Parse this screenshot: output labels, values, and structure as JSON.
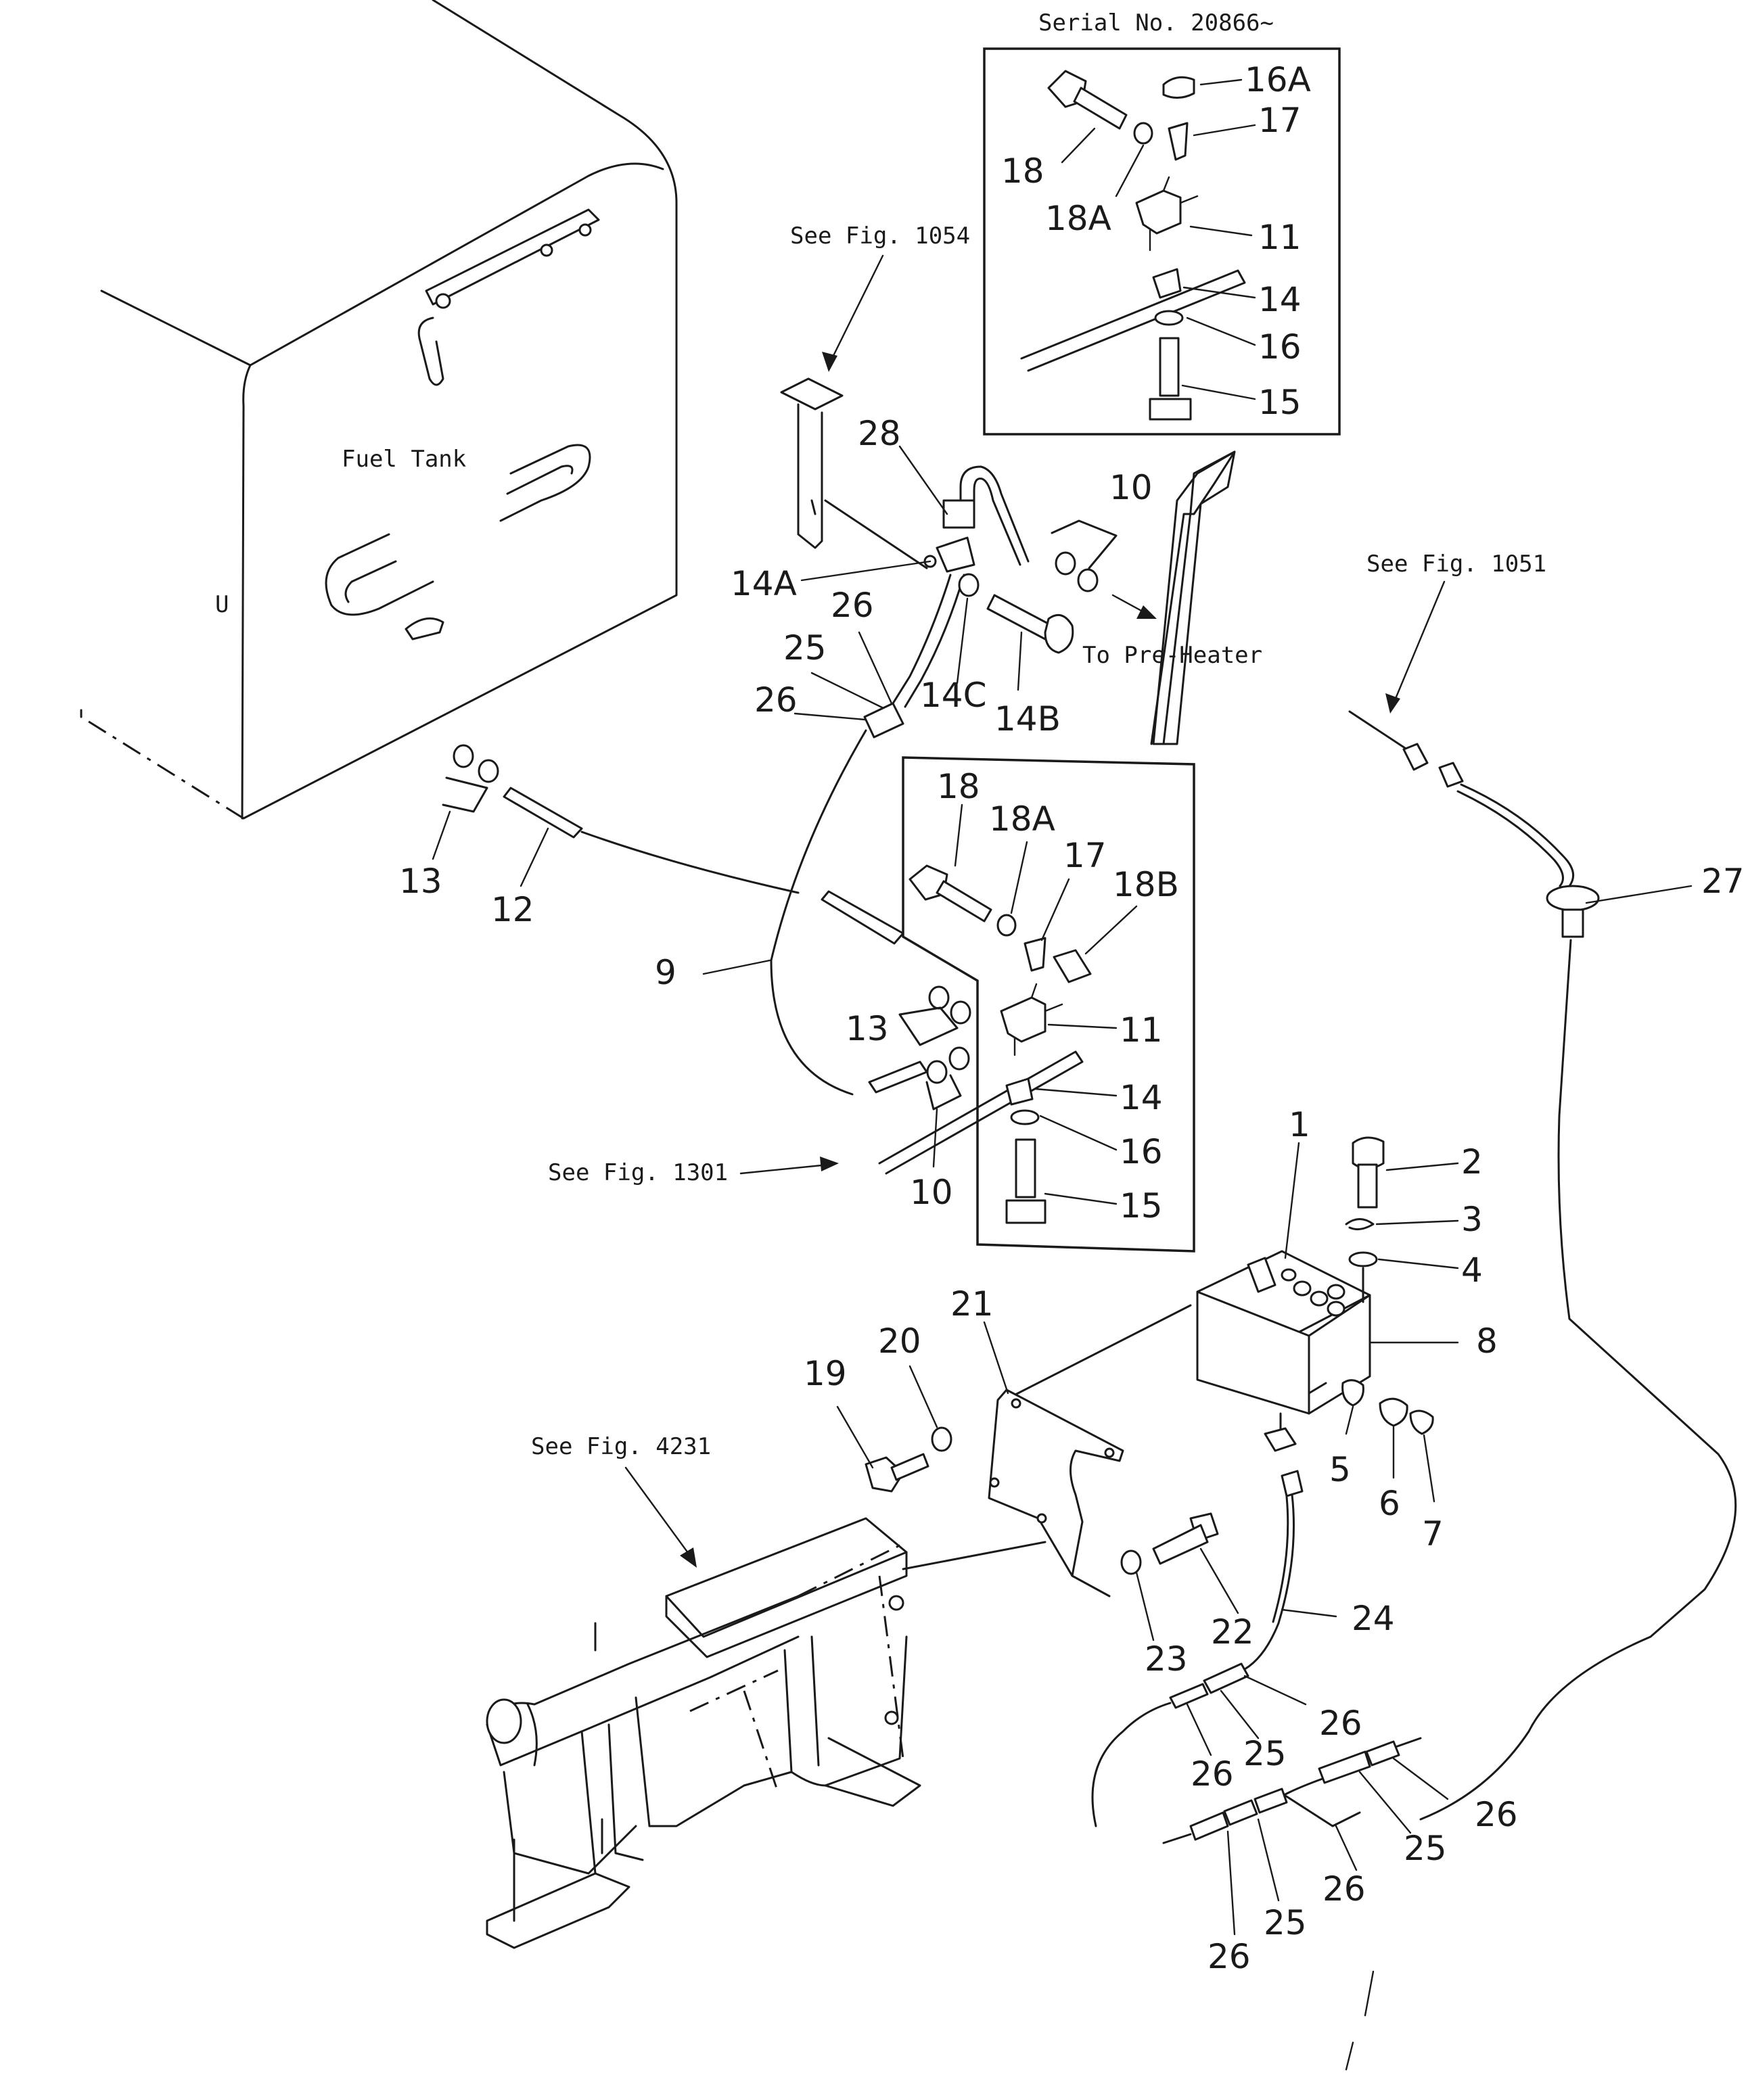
{
  "captions": {
    "serial": "Serial No. 20866~",
    "see_fig_1054": "See Fig. 1054",
    "see_fig_1051": "See Fig. 1051",
    "see_fig_1301": "See Fig. 1301",
    "see_fig_4231": "See Fig. 4231",
    "fuel_tank": "Fuel Tank",
    "to_preheater": "To Pre-Heater"
  },
  "inset_top_labels": {
    "p16a": "16A",
    "p17": "17",
    "p18": "18",
    "p18a": "18A",
    "p11": "11",
    "p14": "14",
    "p16": "16",
    "p15": "15"
  },
  "inset_mid_labels": {
    "p18": "18",
    "p18a": "18A",
    "p17": "17",
    "p18b": "18B",
    "p11": "11",
    "p14": "14",
    "p16": "16",
    "p15": "15"
  },
  "part_labels": {
    "p28": "28",
    "p10_top": "10",
    "p14a": "14A",
    "p26_a": "26",
    "p25_a": "25",
    "p26_b": "26",
    "p14c": "14C",
    "p14b": "14B",
    "p13_a": "13",
    "p12": "12",
    "p9": "9",
    "p13_b": "13",
    "p10_b": "10",
    "p27": "27",
    "p1": "1",
    "p2": "2",
    "p3": "3",
    "p4": "4",
    "p8": "8",
    "p5": "5",
    "p6": "6",
    "p7": "7",
    "p19": "19",
    "p20": "20",
    "p21": "21",
    "p22": "22",
    "p23": "23",
    "p24": "24",
    "p26_c": "26",
    "p25_c": "25",
    "p26_d": "26",
    "p26_e": "26",
    "p25_e": "25",
    "p26_f": "26",
    "p25_f": "25",
    "p26_g": "26"
  }
}
